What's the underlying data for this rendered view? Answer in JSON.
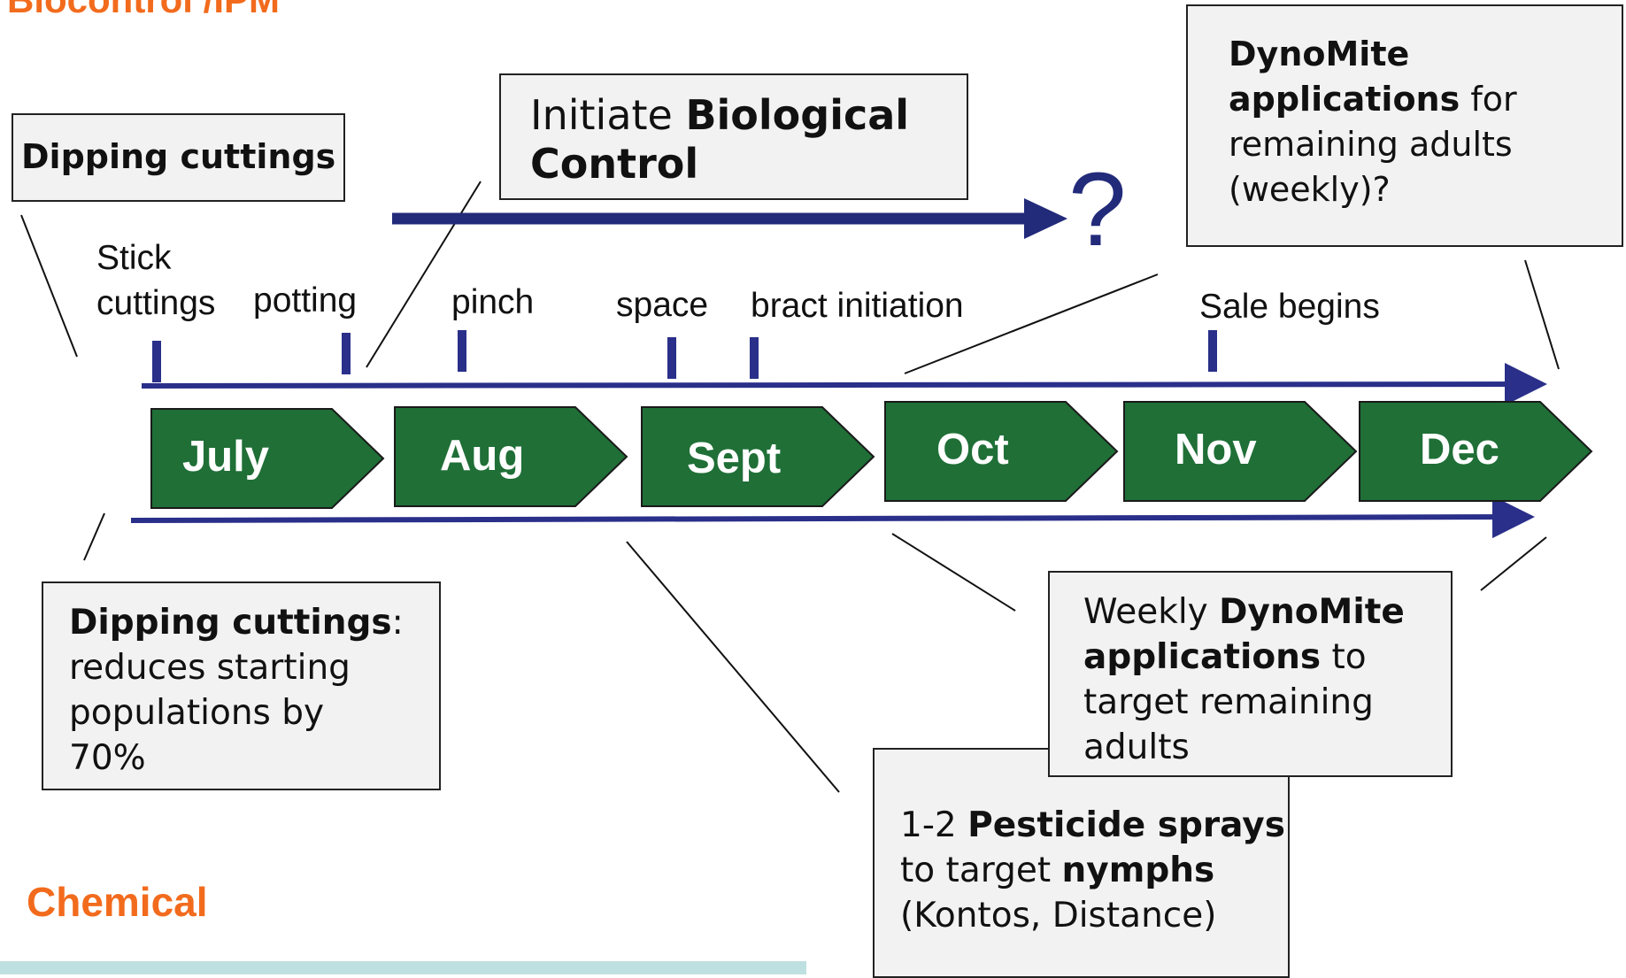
{
  "sections": {
    "top": "Biocontrol /IPM",
    "chemical": "Chemical"
  },
  "timeline": {
    "months": [
      "July",
      "Aug",
      "Sept",
      "Oct",
      "Nov",
      "Dec"
    ],
    "stages": {
      "stick": [
        "Stick",
        "cuttings"
      ],
      "potting": "potting",
      "pinch": "pinch",
      "space": "space",
      "bract": "bract initiation",
      "sale": "Sale begins"
    },
    "question_mark": "?"
  },
  "boxes": {
    "dipping_top": {
      "bold": "Dipping cuttings"
    },
    "bio_control": {
      "pre": "Initiate ",
      "bold1": "Biological",
      "bold2": "Control"
    },
    "dynomite_top": {
      "line1_bold": "DynoMite",
      "line2_bold": "applications",
      "line2_rest": " for",
      "line3": "remaining adults",
      "line4": "(weekly)?"
    },
    "dipping_bottom": {
      "bold": "Dipping cuttings",
      "colon": ":",
      "line2": "reduces starting",
      "line3": "populations by",
      "line4": "70%"
    },
    "weekly_dynomite": {
      "pre": "Weekly ",
      "bold1": "DynoMite",
      "bold2": "applications",
      "rest2": " to",
      "line3": "target remaining",
      "line4": "adults"
    },
    "pesticide": {
      "pre": "1-2 ",
      "bold1": "Pesticide sprays",
      "pre2": "to target ",
      "bold2": "nymphs",
      "line3": "(Kontos,  Distance)"
    }
  },
  "colors": {
    "month_green": "#1f6f37",
    "arrow_blue": "#2a2f8a",
    "accent_orange": "#f26b1d"
  }
}
